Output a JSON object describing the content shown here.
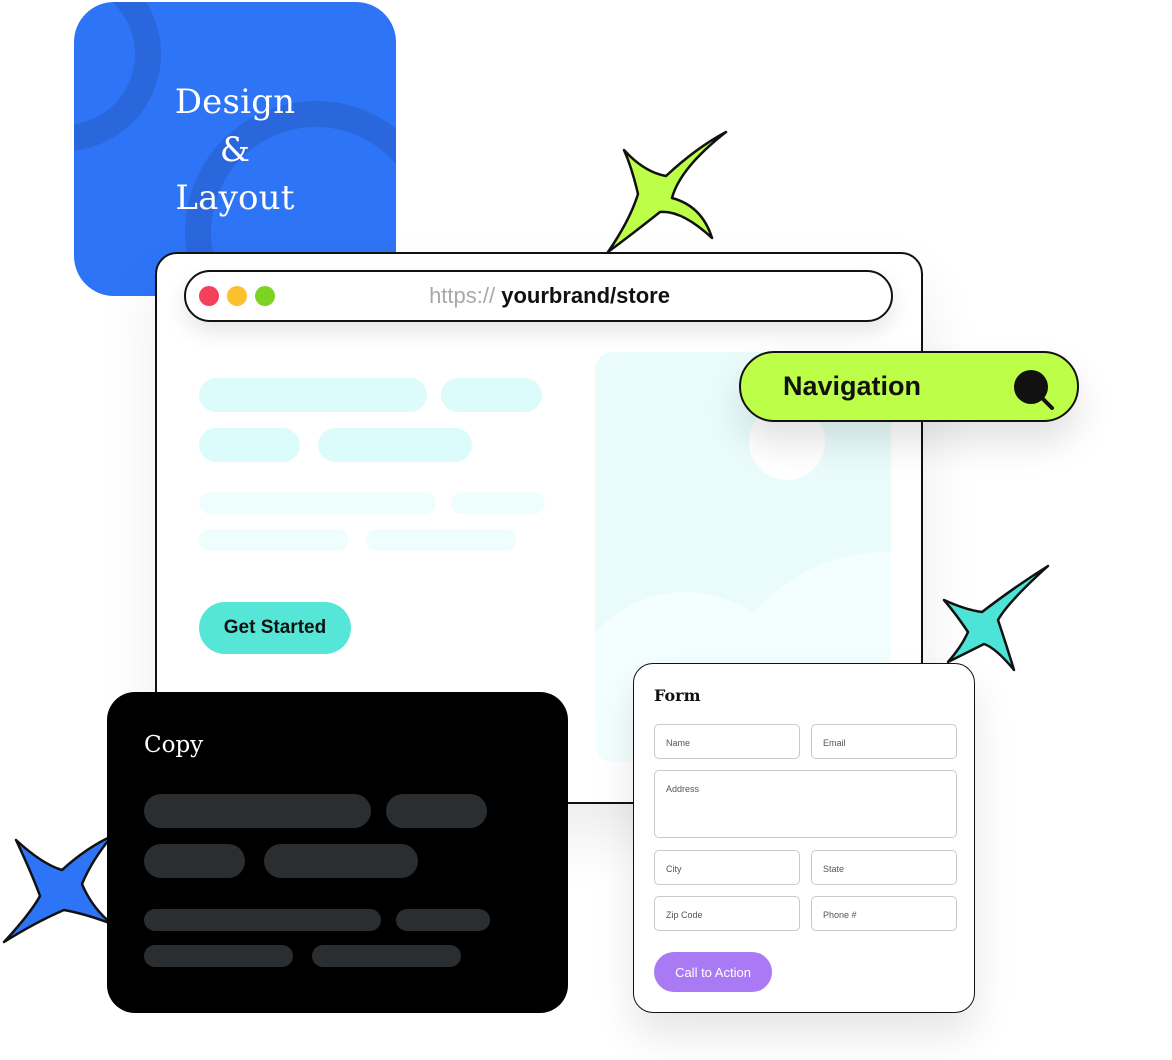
{
  "design_card": {
    "line1": "Design",
    "line2": "&",
    "line3": "Layout"
  },
  "browser": {
    "url_protocol": "https://",
    "url_path": "yourbrand/store"
  },
  "hero": {
    "cta_label": "Get Started"
  },
  "navigation": {
    "label": "Navigation",
    "icon": "search-icon"
  },
  "copy_card": {
    "title": "Copy"
  },
  "form": {
    "title": "Form",
    "fields": {
      "name": "Name",
      "email": "Email",
      "address": "Address",
      "city": "City",
      "state": "State",
      "zip": "Zip Code",
      "phone": "Phone #"
    },
    "cta_label": "Call to Action"
  },
  "colors": {
    "design_blue": "#2d74f6",
    "nav_lime": "#bdfe49",
    "cta_teal": "#56e6d8",
    "form_cta_purple": "#a97af4",
    "sparkle_lime": "#bdfe49",
    "sparkle_teal": "#4de3d6",
    "sparkle_blue": "#2d74f6"
  }
}
